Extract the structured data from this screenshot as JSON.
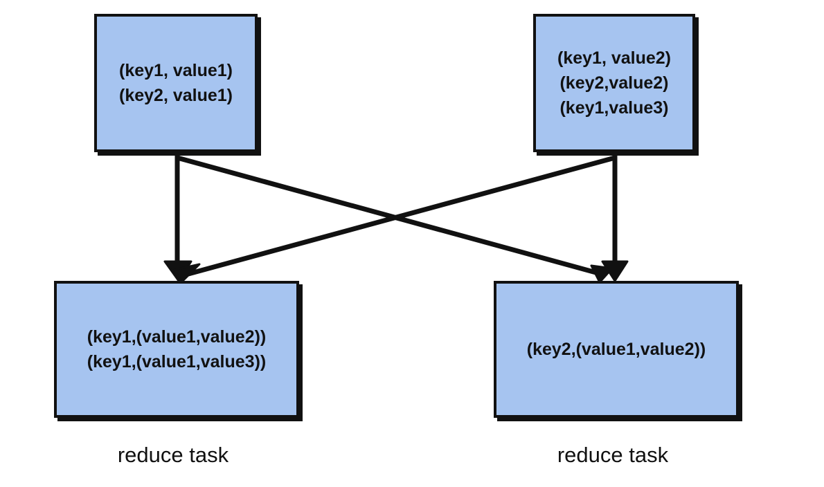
{
  "map_outputs": [
    {
      "lines": [
        "(key1, value1)",
        "(key2, value1)"
      ]
    },
    {
      "lines": [
        "(key1, value2)",
        "(key2,value2)",
        "(key1,value3)"
      ]
    }
  ],
  "reduce_tasks": [
    {
      "lines": [
        "(key1,(value1,value2))",
        "(key1,(value1,value3))"
      ],
      "label": "reduce task"
    },
    {
      "lines": [
        "(key2,(value1,value2))"
      ],
      "label": "reduce task"
    }
  ],
  "colors": {
    "box_fill": "#a6c4f0",
    "stroke": "#111111",
    "background": "#ffffff"
  }
}
